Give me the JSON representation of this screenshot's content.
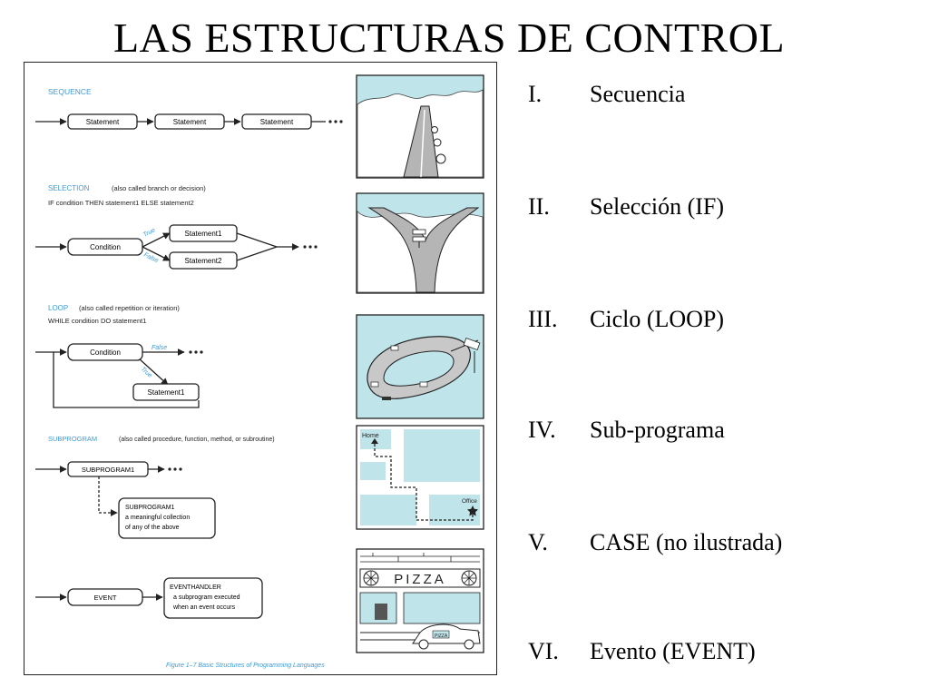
{
  "slide": {
    "title": "LAS ESTRUCTURAS DE CONTROL"
  },
  "figure": {
    "sequence": {
      "heading": "SEQUENCE",
      "boxes": [
        "Statement",
        "Statement",
        "Statement"
      ]
    },
    "selection": {
      "heading": "SELECTION",
      "note": "(also called branch or decision)",
      "subtitle": "IF condition THEN statement1 ELSE statement2",
      "condition": "Condition",
      "true_label": "True",
      "false_label": "False",
      "statement1": "Statement1",
      "statement2": "Statement2"
    },
    "loop": {
      "heading": "LOOP",
      "note": "(also called repetition or iteration)",
      "subtitle": "WHILE condition DO statement1",
      "condition": "Condition",
      "false_label": "False",
      "true_label": "True",
      "statement1": "Statement1"
    },
    "subprogram": {
      "heading": "SUBPROGRAM",
      "note": "(also called procedure, function, method, or subroutine)",
      "box": "SUBPROGRAM1",
      "detail_lines": [
        "SUBPROGRAM1",
        "a meaningful collection",
        "of any of the above"
      ]
    },
    "event": {
      "box": "EVENT",
      "handler_lines": [
        "EVENTHANDLER",
        "a subprogram executed",
        "when an event occurs"
      ]
    },
    "illustrations": {
      "home_label": "Home",
      "office_label": "Office",
      "pizza_sign": "PIZZA",
      "pizza_car": "PIZZA"
    },
    "caption": "Figure 1–7   Basic Structures of Programming Languages",
    "colors": {
      "accent": "#3a9ad9",
      "scene": "#bfe4ea",
      "road": "#b5b5b5"
    }
  },
  "list": [
    {
      "num": "I.",
      "text": "Secuencia"
    },
    {
      "num": "II.",
      "text": "Selección (IF)"
    },
    {
      "num": "III.",
      "text": "Ciclo (LOOP)"
    },
    {
      "num": "IV.",
      "text": "Sub-programa"
    },
    {
      "num": "V.",
      "text": "CASE (no ilustrada)"
    },
    {
      "num": "VI.",
      "text": "Evento (EVENT)"
    }
  ]
}
